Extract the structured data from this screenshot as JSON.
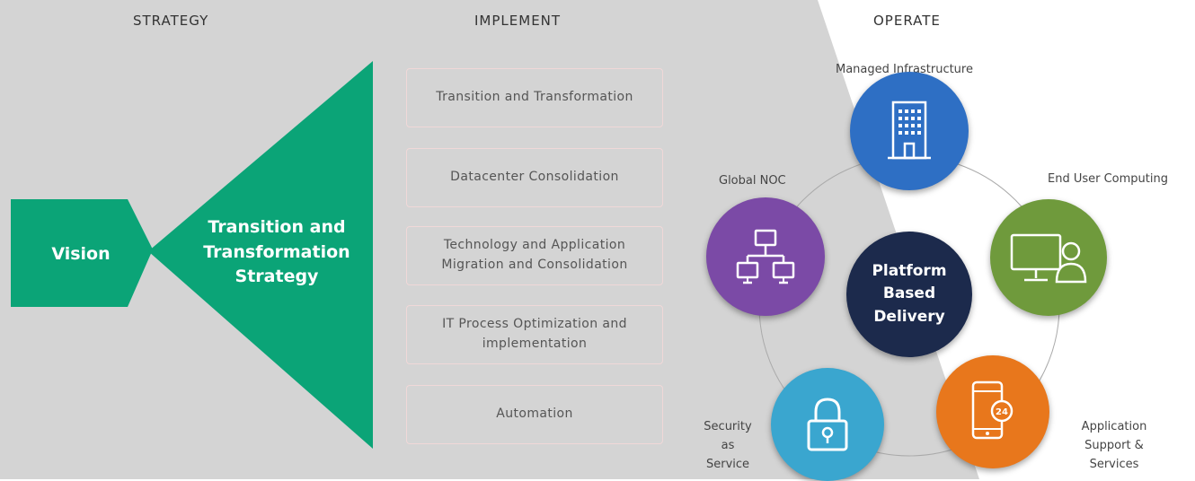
{
  "headings": {
    "strategy": "STRATEGY",
    "implement": "IMPLEMENT",
    "operate": "OPERATE"
  },
  "strategy": {
    "vision": "Vision",
    "strategy_lines": [
      "Transition and",
      "Transformation",
      "Strategy"
    ]
  },
  "implement": {
    "items": [
      {
        "lines": [
          "Transition and Transformation"
        ]
      },
      {
        "lines": [
          "Datacenter Consolidation"
        ]
      },
      {
        "lines": [
          "Technology and Application",
          "Migration and Consolidation"
        ]
      },
      {
        "lines": [
          "IT Process Optimization and",
          "implementation"
        ]
      },
      {
        "lines": [
          "Automation"
        ]
      }
    ]
  },
  "operate": {
    "center_lines": [
      "Platform",
      "Based",
      "Delivery"
    ],
    "nodes": {
      "managed_infrastructure": {
        "label": "Managed Infrastructure",
        "color": "#2e6fc4",
        "icon": "building-icon"
      },
      "end_user_computing": {
        "label": "End User Computing",
        "color": "#6f9a3c",
        "icon": "monitor-user-icon"
      },
      "application_support": {
        "label_lines": [
          "Application",
          "Support &",
          "Services"
        ],
        "color": "#e8771c",
        "icon": "mobile-24-icon"
      },
      "security_service": {
        "label_lines": [
          "Security",
          "as",
          "Service"
        ],
        "color": "#3aa6cf",
        "icon": "padlock-icon"
      },
      "global_noc": {
        "label": "Global NOC",
        "color": "#7b4aa6",
        "icon": "network-icon"
      }
    }
  },
  "colors": {
    "green": "#0ba477",
    "background_gray": "#d4d4d4",
    "center_navy": "#1c2a4c"
  }
}
